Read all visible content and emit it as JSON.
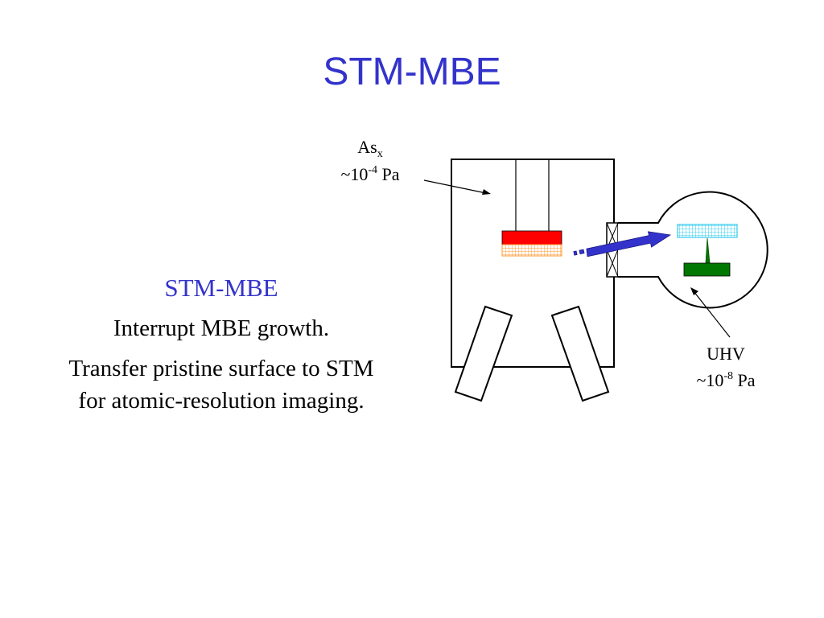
{
  "slide": {
    "title": "STM-MBE"
  },
  "body": {
    "heading": "STM-MBE",
    "line1": "Interrupt MBE growth.",
    "line2": "Transfer pristine surface to STM for atomic-resolution imaging."
  },
  "diagram": {
    "mbe_label": {
      "species": "As",
      "species_sub": "x",
      "pressure_prefix": "~10",
      "pressure_exp": "-4",
      "pressure_unit": " Pa"
    },
    "uhv_label": {
      "name": "UHV",
      "pressure_prefix": "~10",
      "pressure_exp": "-8",
      "pressure_unit": " Pa"
    },
    "colors": {
      "title_blue": "#3333cc",
      "sample_red": "#ff0000",
      "substrate_orange": "#ff9933",
      "tip_green": "#007700",
      "stm_sample_cyan": "#33ccee",
      "transfer_arrow": "#3333cc"
    }
  }
}
